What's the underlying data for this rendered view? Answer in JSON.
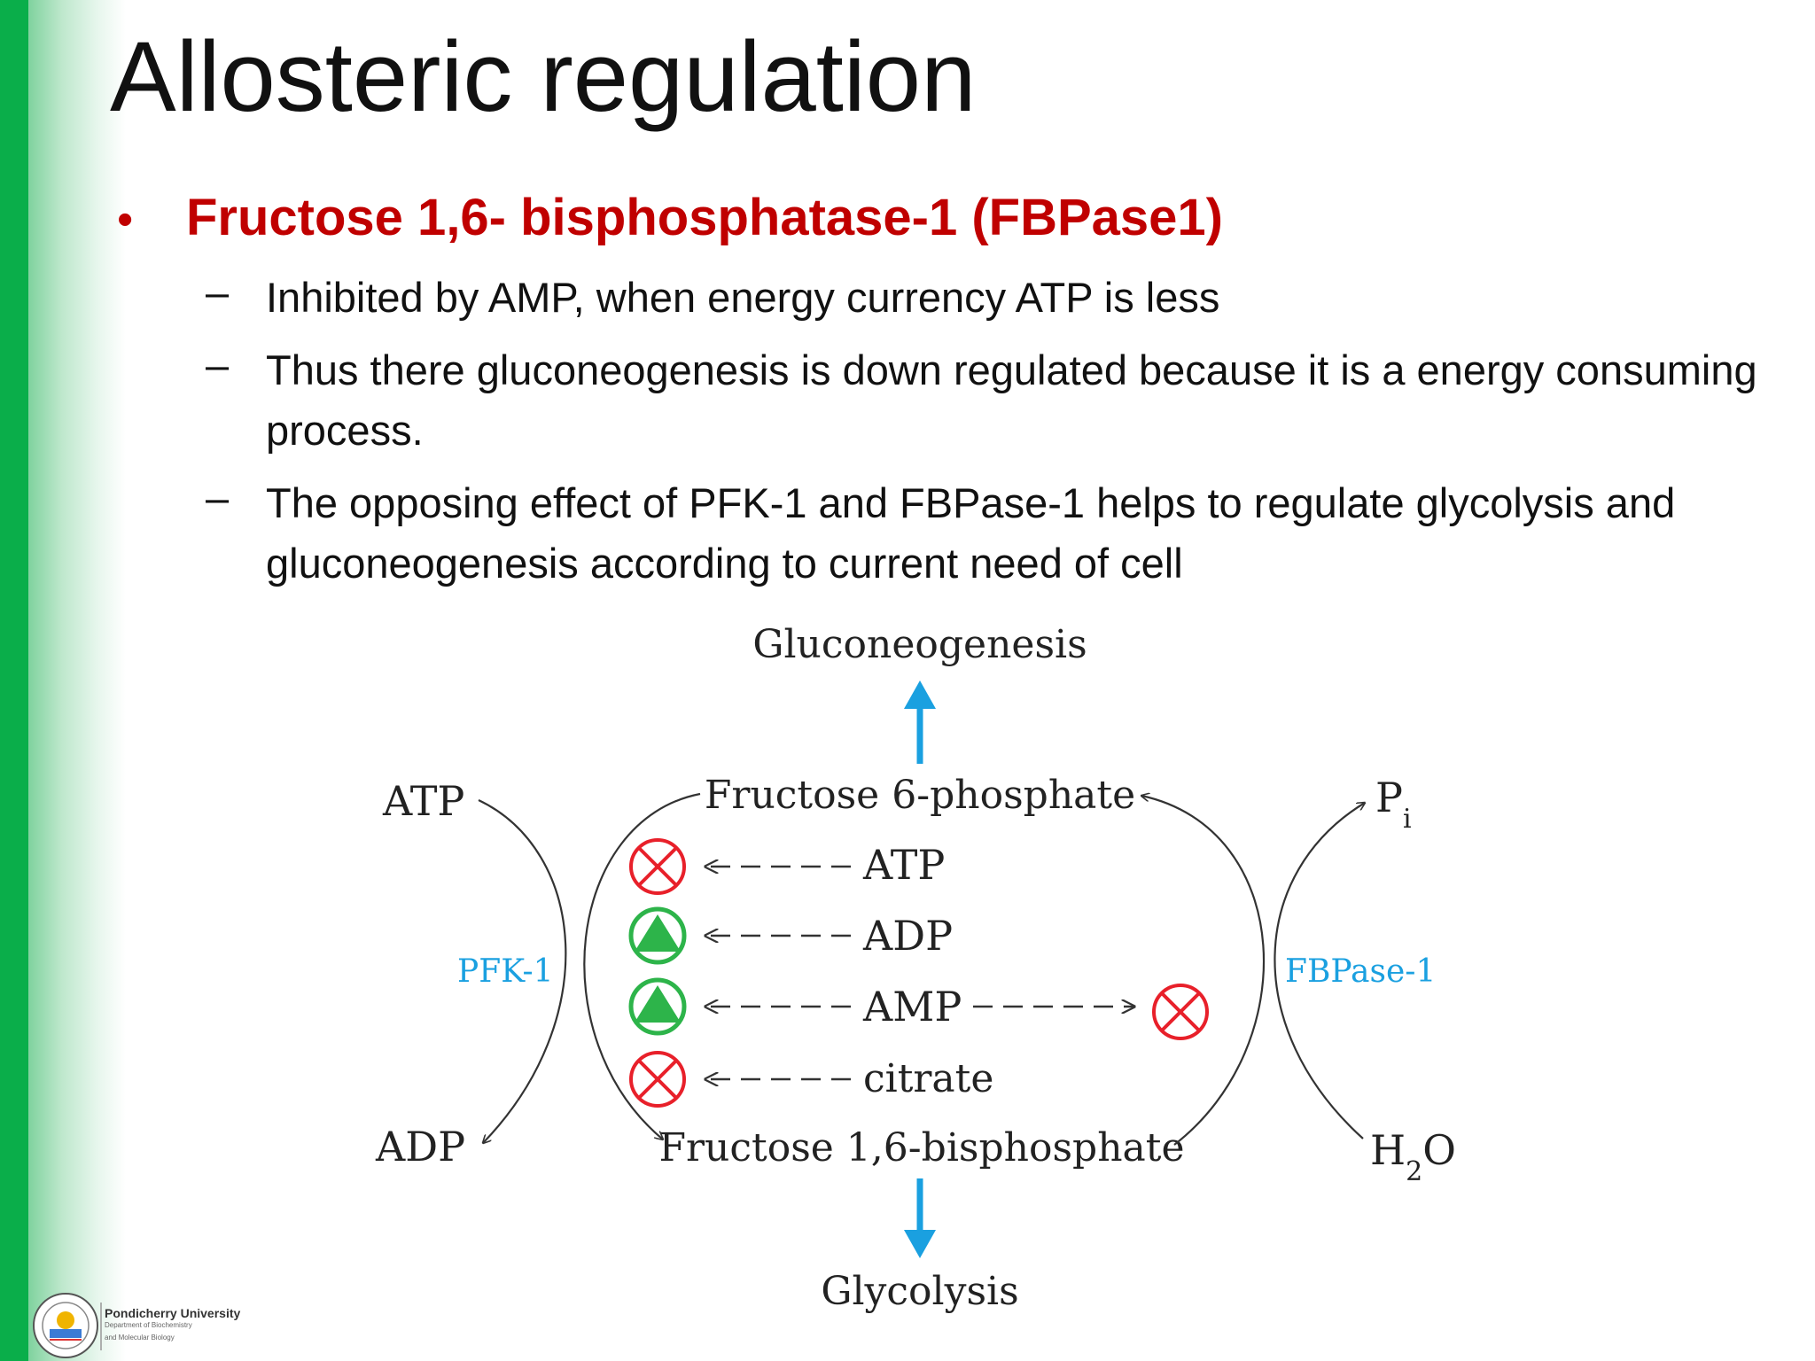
{
  "slide": {
    "title": "Allosteric regulation",
    "bullet": "Fructose 1,6- bisphosphatase-1 (FBPase1)",
    "subpoints": [
      "Inhibited by AMP, when energy currency ATP is less",
      "Thus there gluconeogenesis is down regulated because it is a energy consuming process.",
      "The opposing effect of PFK-1 and FBPase-1 helps to regulate glycolysis and gluconeogenesis according to current need of cell"
    ]
  },
  "diagram": {
    "top_label": "Gluconeogenesis",
    "bottom_label": "Glycolysis",
    "f6p": "Fructose 6-phosphate",
    "f16bp": "Fructose 1,6-bisphosphate",
    "left_in": "ATP",
    "left_out": "ADP",
    "right_in": "H2O",
    "right_out": "Pi",
    "left_enzyme": "PFK-1",
    "right_enzyme": "FBPase-1",
    "effectors": [
      "ATP",
      "ADP",
      "AMP",
      "citrate"
    ],
    "colors": {
      "inhibit": "#e8202a",
      "activate": "#2db44a",
      "enzyme": "#1aa0e0",
      "arrow": "#1aa0e0"
    }
  },
  "logo": {
    "name": "Pondicherry University",
    "dept1": "Department of Biochemistry",
    "dept2": "and Molecular Biology"
  }
}
